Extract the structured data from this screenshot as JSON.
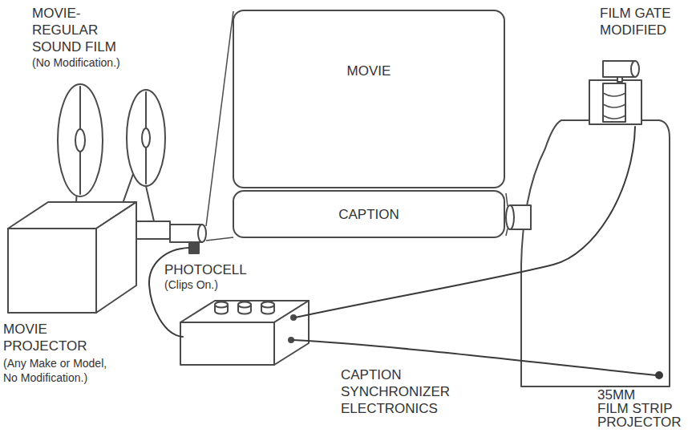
{
  "diagram": {
    "nodes": [
      {
        "text": [
          "MOVIE"
        ]
      },
      {
        "text": [
          "CAPTION"
        ]
      }
    ],
    "labels": [
      "MOVIE- REGULAR SOUND FILM",
      "(No Modification.)",
      "FILM GATE MODIFIED",
      "PHOTOCELL",
      "(Clips On.)",
      "MOVIE PROJECTOR",
      "(Any Make or Model, No Modification.)",
      "CAPTION SYNCHRONIZER ELECTRONICS",
      "35MM FILM STRIP PROJECTOR"
    ]
  }
}
